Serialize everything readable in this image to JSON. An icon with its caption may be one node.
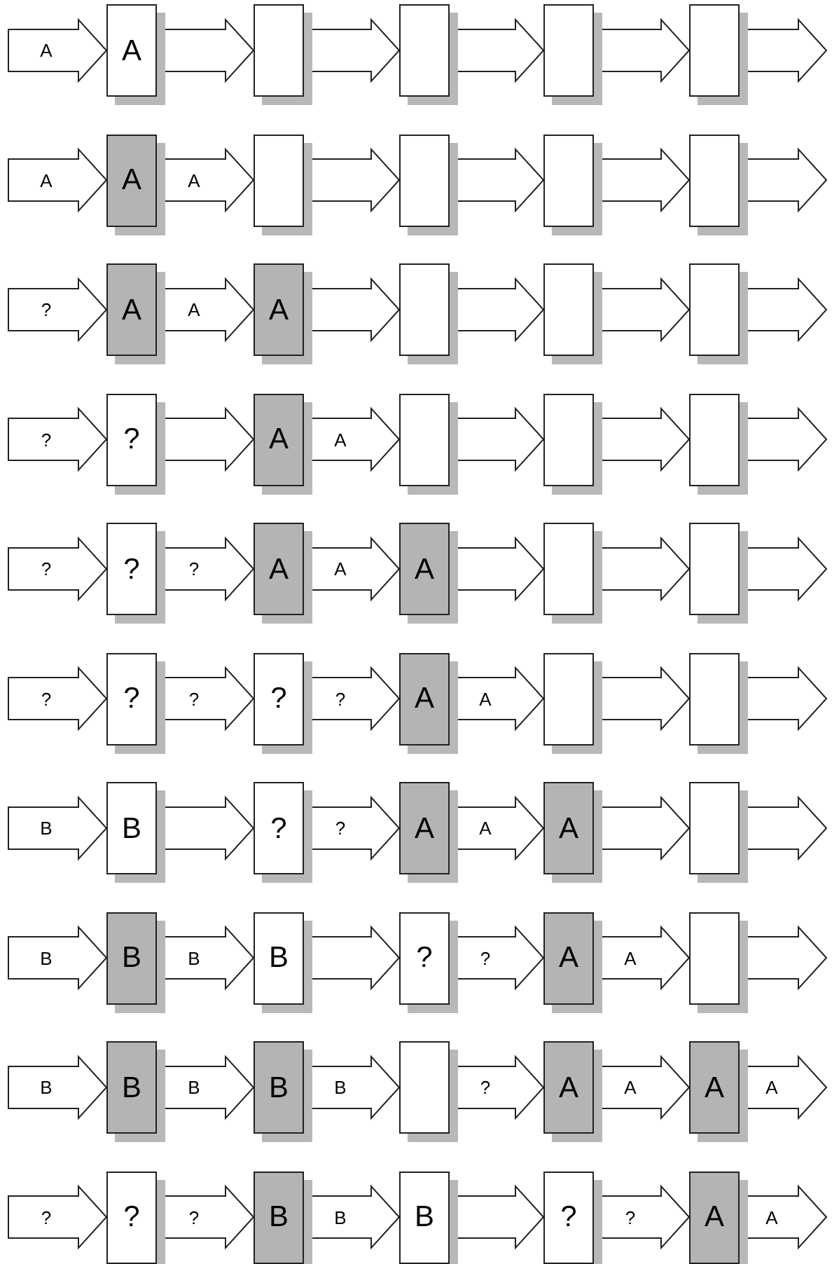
{
  "diagram": {
    "nodes": [
      {
        "text": [
          "A"
        ]
      },
      {
        "text": [],
        "shape": "box"
      },
      {
        "text": [],
        "shape": "box"
      },
      {
        "text": [],
        "shape": "box"
      },
      {
        "text": [],
        "shape": "box"
      },
      {
        "text": [
          "A"
        ]
      },
      {
        "text": [],
        "shape": "box"
      },
      {
        "text": [],
        "shape": "box"
      },
      {
        "text": [],
        "shape": "box"
      },
      {
        "text": [],
        "shape": "box"
      },
      {
        "text": [
          "A"
        ]
      },
      {
        "text": [
          "A"
        ]
      },
      {
        "text": [],
        "shape": "box"
      },
      {
        "text": [],
        "shape": "box"
      },
      {
        "text": [],
        "shape": "box"
      },
      {
        "text": [
          "?"
        ]
      },
      {
        "text": [
          "A"
        ]
      },
      {
        "text": [],
        "shape": "box"
      },
      {
        "text": [],
        "shape": "box"
      },
      {
        "text": [],
        "shape": "box"
      },
      {
        "text": [
          "?"
        ]
      },
      {
        "text": [
          "A"
        ]
      },
      {
        "text": [
          "A"
        ]
      },
      {
        "text": [],
        "shape": "box"
      },
      {
        "text": [],
        "shape": "box"
      },
      {
        "text": [
          "?"
        ]
      },
      {
        "text": [
          "?"
        ]
      },
      {
        "text": [
          "A"
        ]
      },
      {
        "text": [],
        "shape": "box"
      },
      {
        "text": [],
        "shape": "box"
      },
      {
        "text": [
          "B"
        ]
      },
      {
        "text": [
          "?"
        ]
      },
      {
        "text": [
          "A"
        ]
      },
      {
        "text": [
          "A"
        ]
      },
      {
        "text": [],
        "shape": "box"
      },
      {
        "text": [
          "B"
        ]
      },
      {
        "text": [
          "B"
        ]
      },
      {
        "text": [
          "?"
        ]
      },
      {
        "text": [
          "A"
        ]
      },
      {
        "text": [],
        "shape": "box"
      },
      {
        "text": [
          "B"
        ]
      },
      {
        "text": [
          "B"
        ]
      },
      {
        "text": [],
        "shape": "box"
      },
      {
        "text": [
          "A"
        ]
      },
      {
        "text": [
          "A"
        ]
      },
      {
        "text": [
          "?"
        ]
      },
      {
        "text": [
          "B"
        ]
      },
      {
        "text": [
          "B"
        ]
      },
      {
        "text": [
          "?"
        ]
      },
      {
        "text": [
          "A"
        ]
      }
    ],
    "edges": [
      {
        "from": null,
        "to": 0,
        "arrow": "to",
        "label": "A"
      },
      {
        "from": 0,
        "to": 1,
        "arrow": "to"
      },
      {
        "from": 1,
        "to": 2,
        "arrow": "to"
      },
      {
        "from": 2,
        "to": 3,
        "arrow": "to"
      },
      {
        "from": 3,
        "to": 4,
        "arrow": "to"
      },
      {
        "from": 4,
        "to": null,
        "arrow": "to"
      },
      {
        "from": null,
        "to": 5,
        "arrow": "to",
        "label": "A"
      },
      {
        "from": 5,
        "to": 6,
        "arrow": "to",
        "label": "A"
      },
      {
        "from": 6,
        "to": 7,
        "arrow": "to"
      },
      {
        "from": 7,
        "to": 8,
        "arrow": "to"
      },
      {
        "from": 8,
        "to": 9,
        "arrow": "to"
      },
      {
        "from": 9,
        "to": null,
        "arrow": "to"
      },
      {
        "from": null,
        "to": 10,
        "arrow": "to",
        "label": "?"
      },
      {
        "from": 10,
        "to": 11,
        "arrow": "to",
        "label": "A"
      },
      {
        "from": 11,
        "to": 12,
        "arrow": "to"
      },
      {
        "from": 12,
        "to": 13,
        "arrow": "to"
      },
      {
        "from": 13,
        "to": 14,
        "arrow": "to"
      },
      {
        "from": 14,
        "to": null,
        "arrow": "to"
      },
      {
        "from": null,
        "to": 15,
        "arrow": "to",
        "label": "?"
      },
      {
        "from": 15,
        "to": 16,
        "arrow": "to"
      },
      {
        "from": 16,
        "to": 17,
        "arrow": "to",
        "label": "A"
      },
      {
        "from": 17,
        "to": 18,
        "arrow": "to"
      },
      {
        "from": 18,
        "to": 19,
        "arrow": "to"
      },
      {
        "from": 19,
        "to": null,
        "arrow": "to"
      },
      {
        "from": null,
        "to": 20,
        "arrow": "to",
        "label": "?"
      },
      {
        "from": 20,
        "to": 21,
        "arrow": "to",
        "label": "?"
      },
      {
        "from": 21,
        "to": 22,
        "arrow": "to",
        "label": "A"
      },
      {
        "from": 22,
        "to": 23,
        "arrow": "to"
      },
      {
        "from": 23,
        "to": 24,
        "arrow": "to"
      },
      {
        "from": 24,
        "to": null,
        "arrow": "to"
      },
      {
        "from": null,
        "to": 25,
        "arrow": "to",
        "label": "?"
      },
      {
        "from": 25,
        "to": 26,
        "arrow": "to",
        "label": "?"
      },
      {
        "from": 26,
        "to": 27,
        "arrow": "to",
        "label": "?"
      },
      {
        "from": 27,
        "to": 28,
        "arrow": "to",
        "label": "A"
      },
      {
        "from": 28,
        "to": 29,
        "arrow": "to"
      },
      {
        "from": 29,
        "to": null,
        "arrow": "to"
      },
      {
        "from": null,
        "to": 30,
        "arrow": "to",
        "label": "B"
      },
      {
        "from": 30,
        "to": 31,
        "arrow": "to"
      },
      {
        "from": 31,
        "to": 32,
        "arrow": "to",
        "label": "?"
      },
      {
        "from": 32,
        "to": 33,
        "arrow": "to",
        "label": "A"
      },
      {
        "from": 33,
        "to": 34,
        "arrow": "to"
      },
      {
        "from": 34,
        "to": null,
        "arrow": "to"
      },
      {
        "from": null,
        "to": 35,
        "arrow": "to",
        "label": "B"
      },
      {
        "from": 35,
        "to": 36,
        "arrow": "to",
        "label": "B"
      },
      {
        "from": 36,
        "to": 37,
        "arrow": "to"
      },
      {
        "from": 37,
        "to": 38,
        "arrow": "to",
        "label": "?"
      },
      {
        "from": 38,
        "to": 39,
        "arrow": "to",
        "label": "A"
      },
      {
        "from": 39,
        "to": null,
        "arrow": "to"
      },
      {
        "from": null,
        "to": 40,
        "arrow": "to",
        "label": "B"
      },
      {
        "from": 40,
        "to": 41,
        "arrow": "to",
        "label": "B"
      },
      {
        "from": 41,
        "to": 42,
        "arrow": "to",
        "label": "B"
      },
      {
        "from": 42,
        "to": 43,
        "arrow": "to",
        "label": "?"
      },
      {
        "from": 43,
        "to": 44,
        "arrow": "to",
        "label": "A"
      },
      {
        "from": 44,
        "to": null,
        "arrow": "to",
        "label": "A"
      },
      {
        "from": null,
        "to": 45,
        "arrow": "to",
        "label": "?"
      },
      {
        "from": 45,
        "to": 46,
        "arrow": "to",
        "label": "?"
      },
      {
        "from": 46,
        "to": 47,
        "arrow": "to",
        "label": "B"
      },
      {
        "from": 47,
        "to": 48,
        "arrow": "to"
      },
      {
        "from": 48,
        "to": 49,
        "arrow": "to",
        "label": "?"
      },
      {
        "from": 49,
        "to": null,
        "arrow": "to",
        "label": "A"
      }
    ]
  }
}
